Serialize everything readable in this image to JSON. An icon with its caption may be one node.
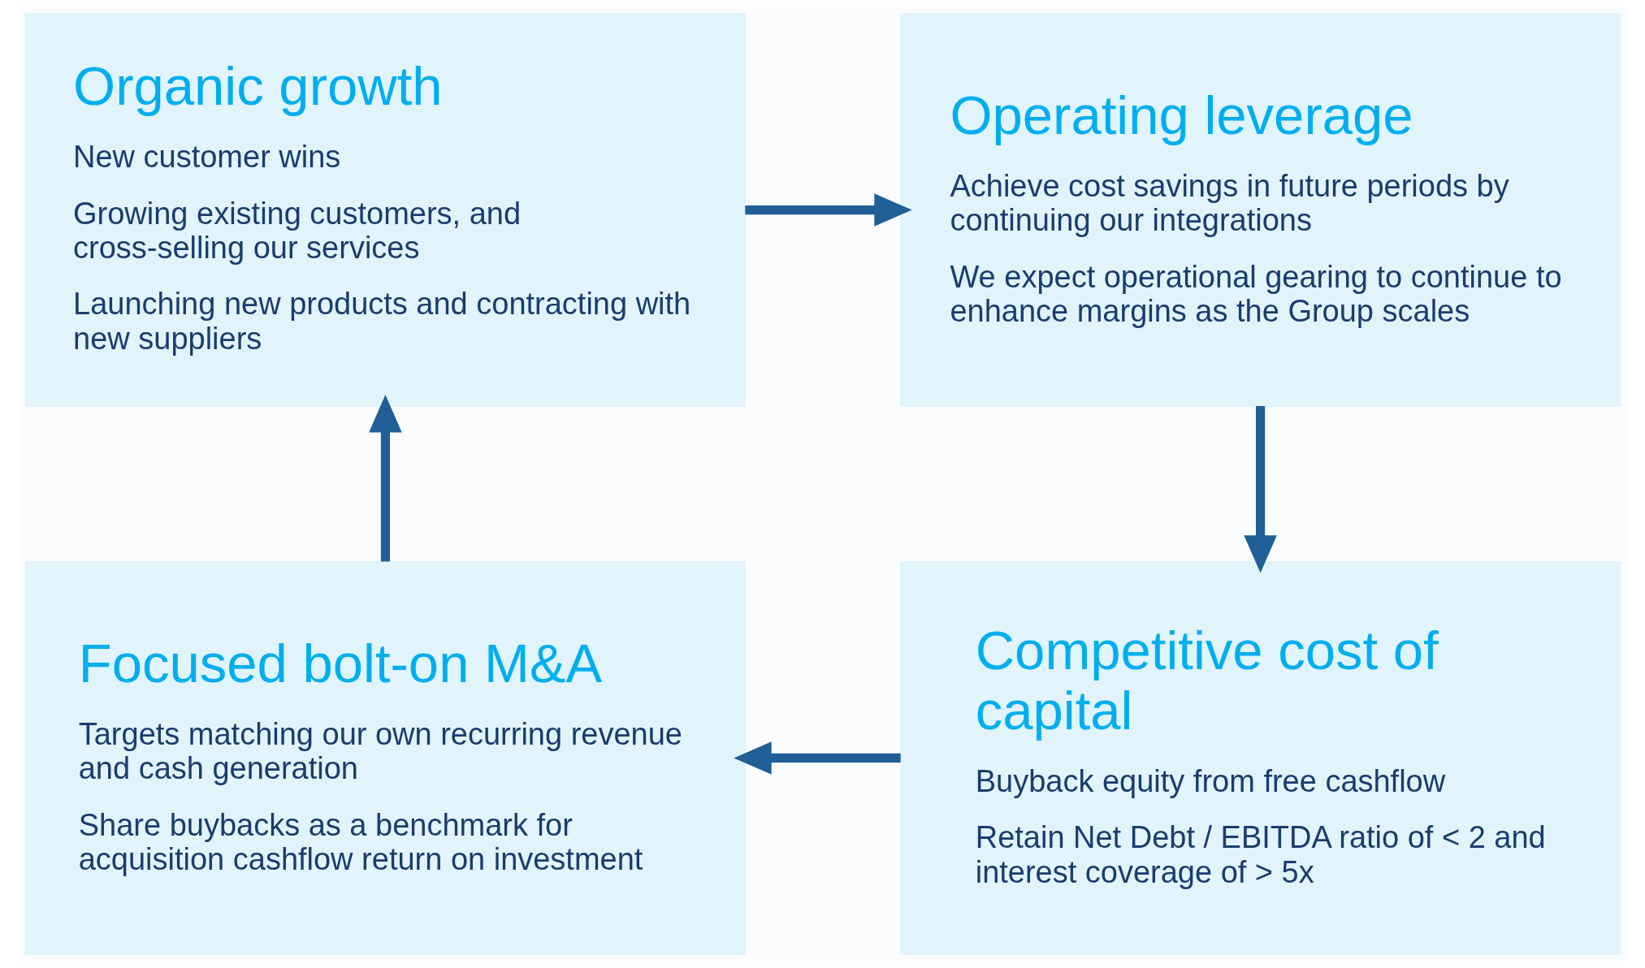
{
  "diagram": {
    "nodes": [
      {
        "text": [
          "Organic growth",
          "New customer wins",
          "Growing existing customers, and cross-selling our services",
          "Launching new products and contracting with new suppliers"
        ]
      },
      {
        "text": [
          "Operating leverage",
          "Achieve cost savings in future periods by continuing our integrations",
          "We expect operational gearing to continue to enhance margins as the Group scales"
        ]
      },
      {
        "text": [
          "Focused bolt-on M&A",
          "Targets matching our own recurring revenue and cash generation",
          "Share buybacks as a benchmark for acquisition cashflow return on investment"
        ]
      },
      {
        "text": [
          "Competitive cost of capital",
          "Buyback equity from free cashflow",
          "Retain Net Debt / EBITDA ratio of < 2 and interest coverage of > 5x"
        ]
      }
    ],
    "edges": [
      {
        "from": 0,
        "to": 1,
        "arrow": "to"
      },
      {
        "from": 1,
        "to": 3,
        "arrow": "to"
      },
      {
        "from": 3,
        "to": 2,
        "arrow": "to"
      },
      {
        "from": 2,
        "to": 0,
        "arrow": "to"
      }
    ]
  }
}
